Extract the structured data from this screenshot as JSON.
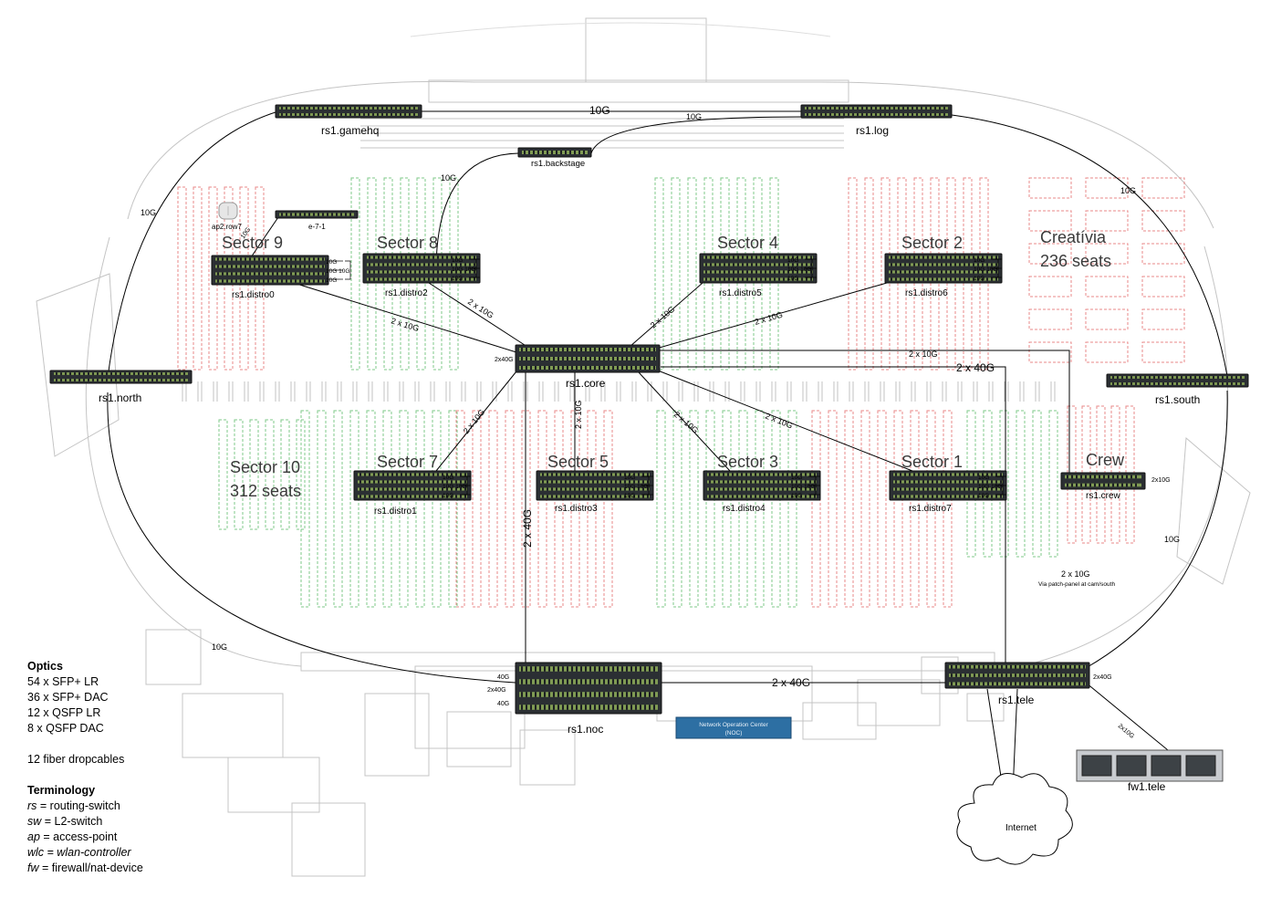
{
  "colors": {
    "switch_dark": "#2b2f33",
    "switch_port": "#8fae5a",
    "seat_green": "#7fc88a",
    "seat_red": "#e88a8a",
    "floorplan": "#b5b5b5",
    "noc_fill": "#2d6fa3",
    "link": "#000000"
  },
  "devices": {
    "gamehq": "rs1.gamehq",
    "log": "rs1.log",
    "backstage": "rs1.backstage",
    "north": "rs1.north",
    "south": "rs1.south",
    "core": "rs1.core",
    "noc": "rs1.noc",
    "tele": "rs1.tele",
    "fw": "fw1.tele",
    "crew_sw": "rs1.crew",
    "e71": "e-7-1",
    "ap": "ap2.row7",
    "distro0": "rs1.distro0",
    "distro1": "rs1.distro1",
    "distro2": "rs1.distro2",
    "distro3": "rs1.distro3",
    "distro4": "rs1.distro4",
    "distro5": "rs1.distro5",
    "distro6": "rs1.distro6",
    "distro7": "rs1.distro7"
  },
  "sectors": {
    "s9": "Sector 9",
    "s8": "Sector 8",
    "s4": "Sector 4",
    "s2": "Sector 2",
    "s7": "Sector 7",
    "s5": "Sector 5",
    "s3": "Sector 3",
    "s1": "Sector 1",
    "s10": "Sector 10",
    "s10_seats": "312 seats",
    "creativia": "Creatívia",
    "creativia_seats": "236 seats",
    "crew": "Crew"
  },
  "links": {
    "ten_g": "10G",
    "two_x_10g": "2 x 10G",
    "two_x_40g": "2 x 40G",
    "two_x40g_compact": "2x40G",
    "two_x10g_compact": "2x10G",
    "forty_g": "40G",
    "patch_note": "Via patch-panel at cam/south"
  },
  "places": {
    "noc_box_line1": "Network Operation Center",
    "noc_box_line2": "(NOC)",
    "internet": "Internet"
  },
  "legend": {
    "optics_title": "Optics",
    "optics": [
      "54 x SFP+ LR",
      "36 x SFP+ DAC",
      "12 x QSFP LR",
      "8 x QSFP DAC"
    ],
    "fiber": "12 fiber dropcables",
    "term_title": "Terminology",
    "terms": [
      {
        "abbr": "rs",
        "desc": " = routing-switch"
      },
      {
        "abbr": "sw",
        "desc": " = L2-switch"
      },
      {
        "abbr": "ap",
        "desc": " = access-point"
      },
      {
        "abbr": "wlc",
        "desc": " = wlan-controller"
      },
      {
        "abbr": "fw",
        "desc": " = firewall/nat-device"
      }
    ]
  }
}
